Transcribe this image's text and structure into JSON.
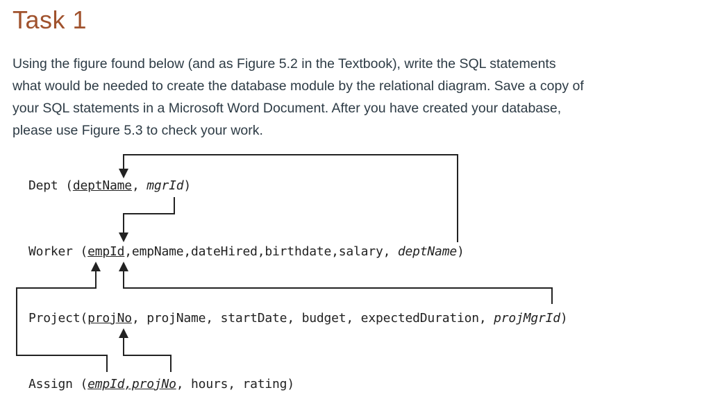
{
  "heading": "Task 1",
  "instructions": [
    "Using the figure found below (and as Figure 5.2 in the Textbook), write the SQL statements",
    "what would be needed to create the database module by the relational diagram. Save a copy of",
    "your SQL statements in a Microsoft Word Document. After you have created your database,",
    "please use Figure 5.3 to check your work."
  ],
  "diagram": {
    "dept": {
      "name": "Dept",
      "open": " (",
      "pk": "deptName",
      "sep1": ", ",
      "fk": "mgrId",
      "close": ")"
    },
    "worker": {
      "name": "Worker",
      "open": " (",
      "pk": "empId",
      "rest": ",empName,dateHired,birthdate,salary, ",
      "fk": "deptName",
      "close": ")"
    },
    "project": {
      "name": "Project",
      "open": "(",
      "pk": "projNo",
      "rest": ", projName, startDate, budget, expectedDuration, ",
      "fk": "projMgrId",
      "close": ")"
    },
    "assign": {
      "name": "Assign",
      "open": " (",
      "pk": "empId,projNo",
      "rest": ", hours, rating)"
    }
  }
}
